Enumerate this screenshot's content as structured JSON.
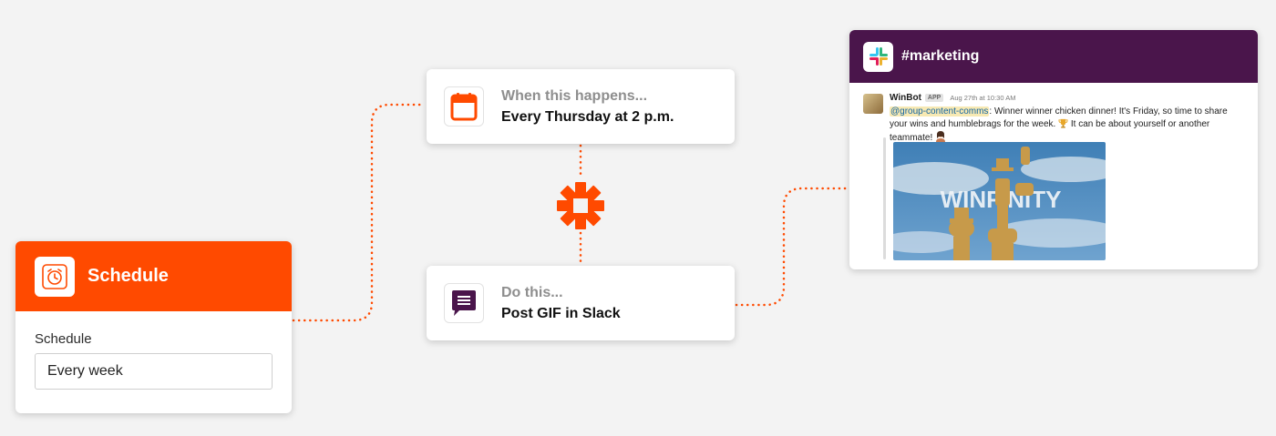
{
  "schedule": {
    "title": "Schedule",
    "icon": "alarm-clock-icon",
    "field_label": "Schedule",
    "field_value": "Every week"
  },
  "trigger": {
    "kicker": "When this happens...",
    "title": "Every Thursday at 2 p.m.",
    "icon": "calendar-icon"
  },
  "action": {
    "kicker": "Do this...",
    "title": "Post GIF in Slack",
    "icon": "chat-message-icon"
  },
  "slack": {
    "channel": "#marketing",
    "bot_name": "WinBot",
    "badge": "APP",
    "timestamp": "Aug 27th at 10:30 AM",
    "mention": "@group-content-comms",
    "message_part1": ": Winner winner chicken dinner! It's Friday, so time to share your wins and humblebrags for the week.",
    "message_part2": "It can be about yourself or another teammate!",
    "gif_text": "WINFINITY"
  },
  "colors": {
    "orange": "#ff4a00",
    "slack_purple": "#4a154b",
    "connector": "#ff4a00"
  }
}
